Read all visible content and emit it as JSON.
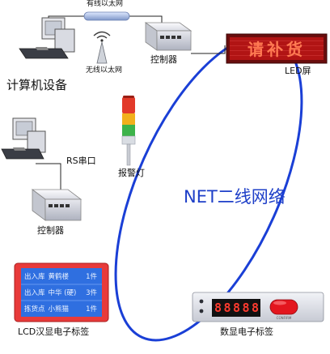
{
  "labels": {
    "wired_lan": "有线以太网",
    "wireless_lan": "无线以太网",
    "computer": "计算机设备",
    "controller_top": "控制器",
    "controller_bottom": "控制器",
    "rs_serial": "RS串口",
    "led_screen": "LED屏",
    "alarm_light": "报警灯",
    "net_bus": "NET二线网络",
    "lcd_tag": "LCD汉显电子标签",
    "digital_tag": "数显电子标签"
  },
  "led_text": "请补货",
  "lcd_rows": [
    {
      "col1": "出入库",
      "col2": "黄鹤楼",
      "col3": "1件"
    },
    {
      "col1": "出入库",
      "col2": "中华 (硬)",
      "col3": "3件"
    },
    {
      "col1": "拣货点",
      "col2": "小熊猫",
      "col3": "1件"
    }
  ],
  "digital_display": "88888",
  "confirm_label": "CONFIRM",
  "colors": {
    "network_loop": "#1a3fd6",
    "lcd_frame": "#e83a3a",
    "lcd_screen": "#2f6fe0",
    "led_panel": "#b11414",
    "net_text": "#1e3fc8"
  }
}
